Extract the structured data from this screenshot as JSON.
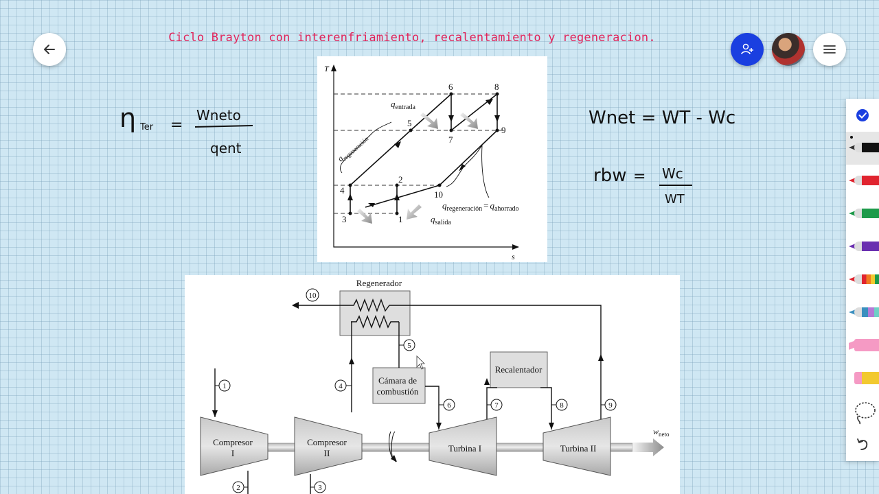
{
  "title": "Ciclo Brayton con interenfriamiento, recalentamiento y regeneracion.",
  "buttons": {
    "back_icon": "arrow-left-icon",
    "share_icon": "add-person-icon",
    "menu_icon": "hamburger-icon"
  },
  "colors": {
    "title": "#e0245a",
    "share_button": "#1a3fe0",
    "background": "#cfe7f3"
  },
  "handwriting": {
    "efficiency": {
      "symbol": "η",
      "subscript": "Ter",
      "equals": "=",
      "numerator": "Wneto",
      "denominator": "qent"
    },
    "net_work": {
      "text": "Wnet = WT - Wc"
    },
    "backwork": {
      "lhs": "rbw",
      "equals": "=",
      "numerator": "Wc",
      "denominator": "WT"
    }
  },
  "ts_diagram": {
    "axis_y": "T",
    "axis_x": "s",
    "points": [
      "1",
      "2",
      "3",
      "4",
      "5",
      "6",
      "7",
      "8",
      "9",
      "10"
    ],
    "q_in": {
      "q": "q",
      "sub": "entrada"
    },
    "q_regen": {
      "q": "q",
      "sub": "regeneración"
    },
    "q_out": {
      "q": "q",
      "sub": "salida"
    },
    "q_regen_saved": {
      "q": "q",
      "sub": "regeneración",
      "eq": "=",
      "q2": "q",
      "sub2": "ahorrado"
    }
  },
  "plant": {
    "regenerator": "Regenerador",
    "combustion_line1": "Cámara de",
    "combustion_line2": "combustión",
    "reheater": "Recalentador",
    "compressor1_line1": "Compresor",
    "compressor1_line2": "I",
    "compressor2_line1": "Compresor",
    "compressor2_line2": "II",
    "turbine1": "Turbina I",
    "turbine2": "Turbina II",
    "w": "w",
    "w_sub": "neto",
    "states": [
      "1",
      "2",
      "3",
      "4",
      "5",
      "6",
      "7",
      "8",
      "9",
      "10"
    ]
  },
  "toolbar": {
    "tools": [
      {
        "name": "check-icon"
      },
      {
        "name": "black-pen",
        "color": "#111111"
      },
      {
        "name": "red-pen",
        "color": "#e0242f"
      },
      {
        "name": "green-pen",
        "color": "#1d9a4a"
      },
      {
        "name": "purple-pen",
        "color": "#6a2fb0"
      },
      {
        "name": "rainbow-pen",
        "color": "#f07a20"
      },
      {
        "name": "galaxy-pen",
        "color": "#3a8fbf"
      },
      {
        "name": "pink-highlighter",
        "color": "#f59ac4"
      },
      {
        "name": "yellow-highlighter",
        "color": "#f2c930"
      },
      {
        "name": "lasso-icon"
      },
      {
        "name": "undo-icon"
      }
    ]
  }
}
